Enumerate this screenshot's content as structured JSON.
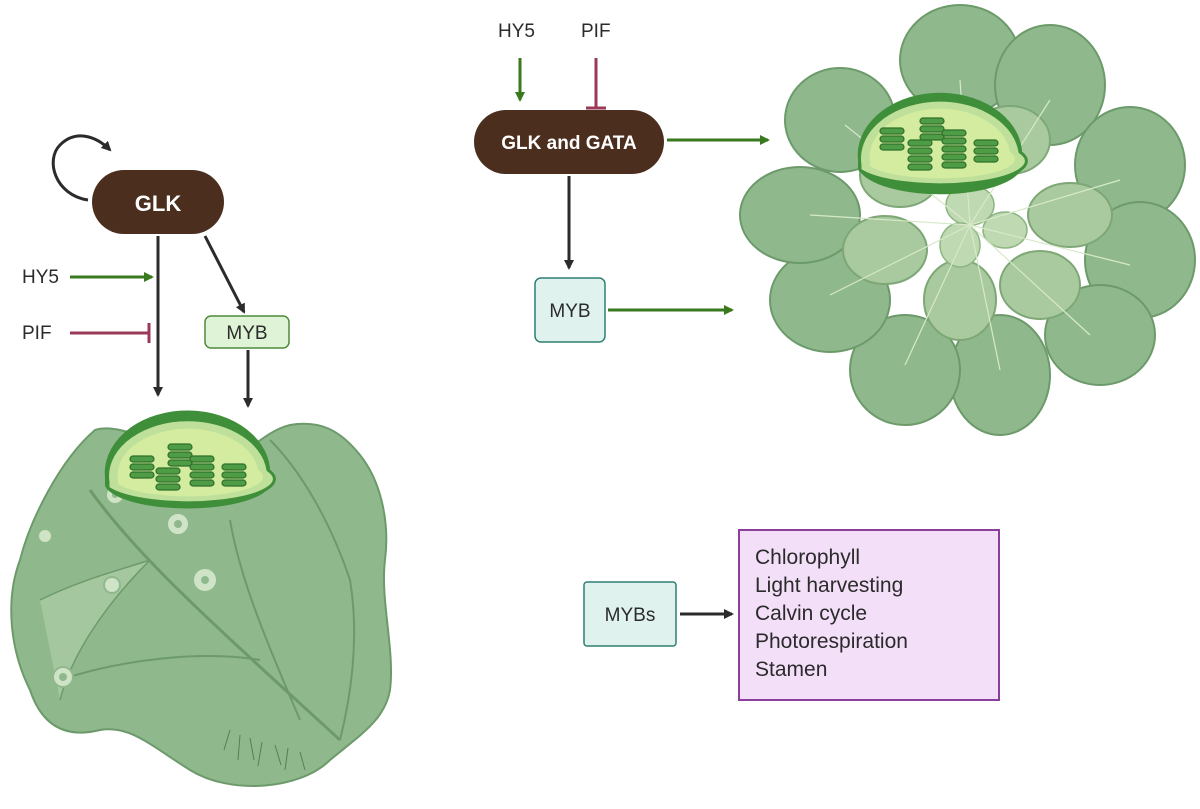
{
  "colors": {
    "gene_box_fill": "#4b2e1e",
    "gene_box_text": "#ffffff",
    "activation_arrow": "#3a7a1f",
    "repression_arrow": "#9b3a57",
    "neutral_arrow": "#2b2b2b",
    "myb_small_fill": "#dff3d6",
    "myb_small_border": "#4f8a3c",
    "myb_box_fill": "#dff2ee",
    "myb_box_border": "#2f7f72",
    "targets_fill": "#f3dff8",
    "targets_border": "#8a3f9a",
    "leaf_fill": "#8fb98d",
    "leaf_dark": "#6d9a6b",
    "chloroplast_green": "#3f8f3a"
  },
  "left_panel": {
    "glk_label": "GLK",
    "hy5_label": "HY5",
    "pif_label": "PIF",
    "myb_label": "MYB",
    "organism_icon": "liverwort-thallus-icon",
    "organelle_icon": "chloroplast-icon"
  },
  "right_panel": {
    "hy5_label": "HY5",
    "pif_label": "PIF",
    "glk_gata_label": "GLK and GATA",
    "myb_label": "MYB",
    "organism_icon": "rosette-plant-icon",
    "organelle_icon": "chloroplast-icon"
  },
  "targets_panel": {
    "mybs_label": "MYBs",
    "targets": [
      "Chlorophyll",
      "Light harvesting",
      "Calvin cycle",
      "Photorespiration",
      "Stamen"
    ]
  }
}
